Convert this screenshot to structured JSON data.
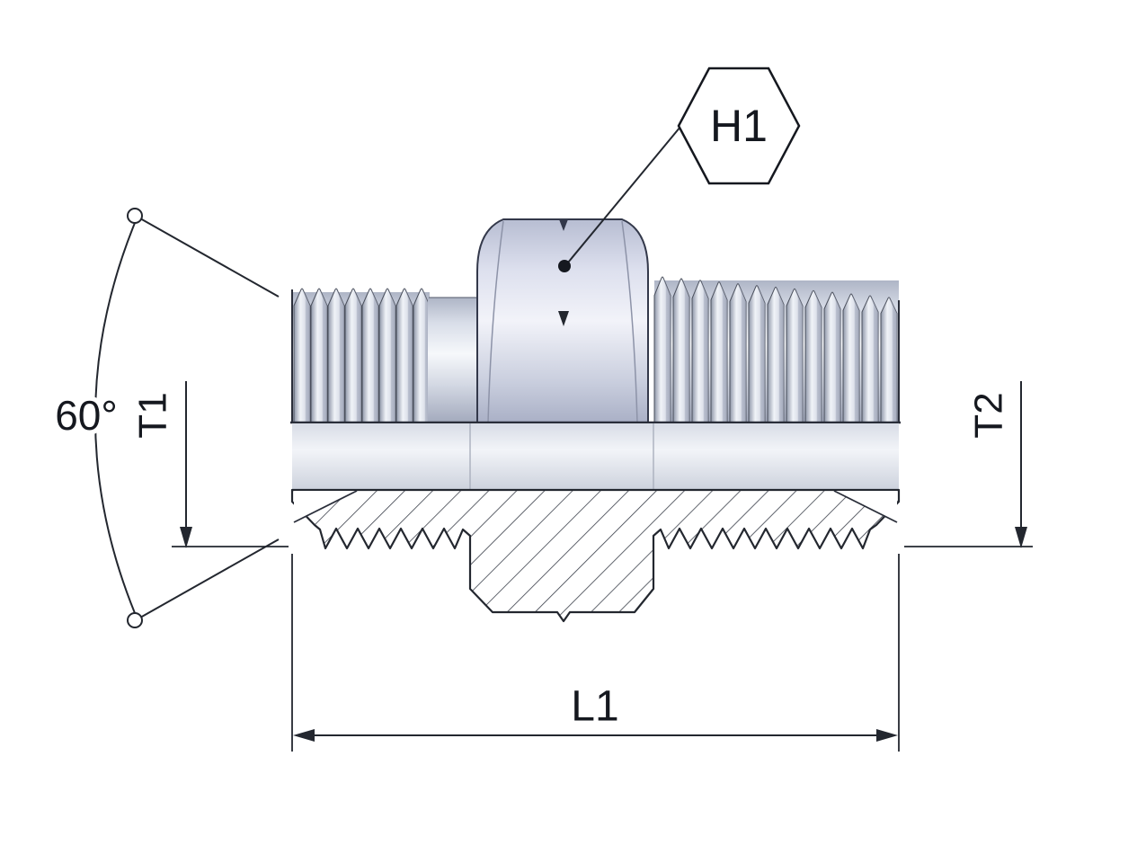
{
  "drawing": {
    "labels": {
      "hex_size": "H1",
      "thread_angle": "60°",
      "thread_length_left": "T1",
      "thread_length_right": "T2",
      "overall_length": "L1"
    },
    "colors": {
      "line": "#23272f",
      "metal_light": "#f6f8fb",
      "metal_mid": "#ccd2de",
      "metal_dark": "#9aa2b5",
      "hatch": "#3a3f4a",
      "background": "#ffffff"
    }
  }
}
